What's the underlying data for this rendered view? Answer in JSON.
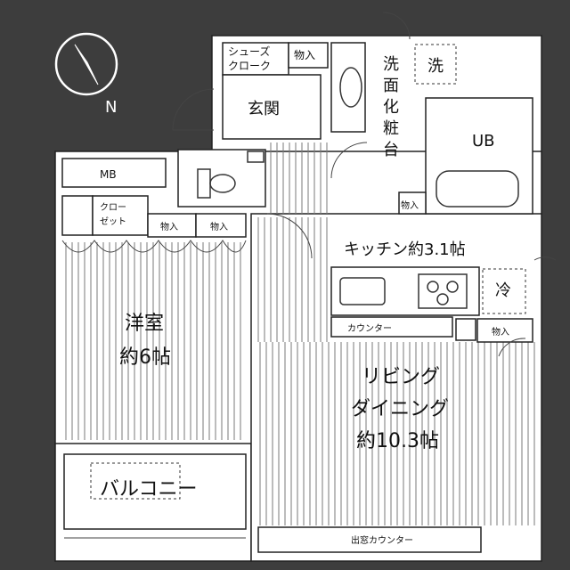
{
  "compass": {
    "north_label": "N"
  },
  "rooms": {
    "shoe_cloak": "シューズ\nクローク",
    "storage": "物入",
    "entrance": "玄関",
    "washroom": "洗\n面\n化\n粧\n台",
    "washer": "洗",
    "unit_bath": "UB",
    "meter_box": "MB",
    "closet": "クロー\nゼット",
    "kitchen": "キッチン約3.1帖",
    "fridge": "冷",
    "counter": "カウンター",
    "western_room": "洋室\n約6帖",
    "ldk": "リビング\nダイニング\n約10.3帖",
    "balcony": "バルコニー",
    "window_counter": "出窓カウンター"
  },
  "colors": {
    "wall": "#4a4a4a",
    "floor_line": "#7a7a7a"
  }
}
